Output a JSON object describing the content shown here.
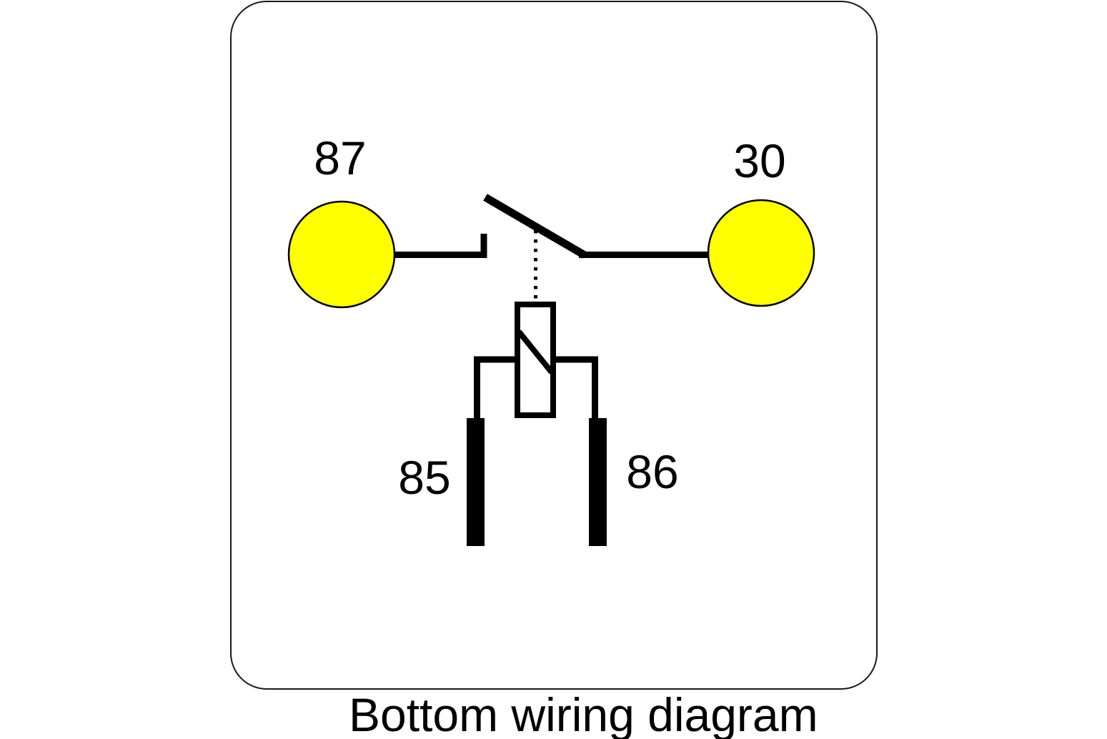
{
  "diagram": {
    "caption": "Bottom wiring diagram",
    "pins": {
      "pin87": "87",
      "pin30": "30",
      "pin85": "85",
      "pin86": "86"
    },
    "colors": {
      "terminal_fill": "#FFFF00",
      "line": "#000000",
      "border": "#1A1A1A",
      "background": "#FFFFFF"
    }
  }
}
